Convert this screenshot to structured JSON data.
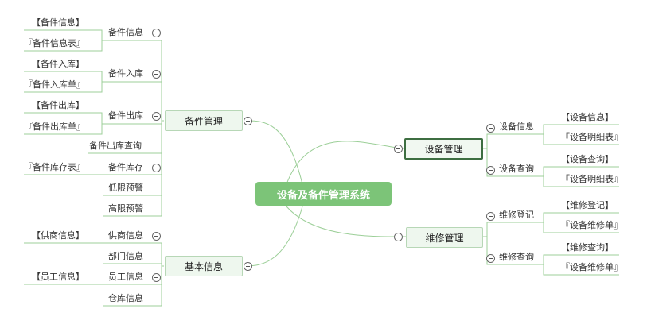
{
  "root": "设备及备件管理系统",
  "spare": {
    "title": "备件管理",
    "info": "备件信息",
    "info_a": "【备件信息】",
    "info_b": "『备件信息表』",
    "in": "备件入库",
    "in_a": "【备件入库】",
    "in_b": "『备件入库单』",
    "out": "备件出库",
    "out_a": "【备件出库】",
    "out_b": "『备件出库单』",
    "outq": "备件出库查询",
    "stock": "备件库存",
    "stock_b": "『备件库存表』",
    "low": "低限预警",
    "high": "高限预警"
  },
  "base": {
    "title": "基本信息",
    "supplier": "供商信息",
    "supplier_a": "【供商信息】",
    "dept": "部门信息",
    "staff": "员工信息",
    "staff_a": "【员工信息】",
    "warehouse": "仓库信息"
  },
  "device": {
    "title": "设备管理",
    "info": "设备信息",
    "info_a": "【设备信息】",
    "info_b": "『设备明细表』",
    "query": "设备查询",
    "query_a": "【设备查询】",
    "query_b": "『设备明细表』"
  },
  "repair": {
    "title": "维修管理",
    "reg": "维修登记",
    "reg_a": "【维修登记】",
    "reg_b": "『设备维修单』",
    "query": "维修查询",
    "query_a": "【维修查询】",
    "query_b": "『设备维修单』"
  },
  "colors": {
    "line": "#9ccf98",
    "root": "#7cc478",
    "selected_border": "#3d6e41"
  }
}
